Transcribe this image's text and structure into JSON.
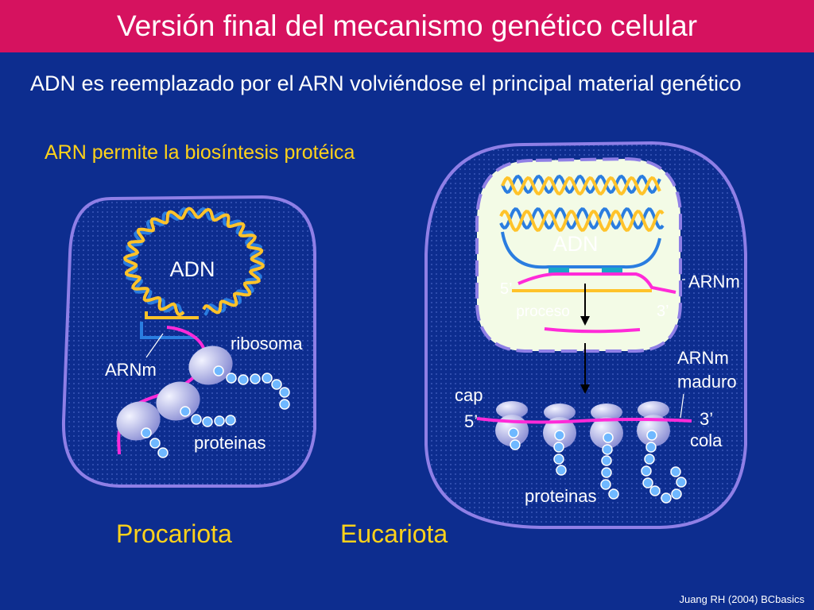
{
  "title": "Versión final del mecanismo genético celular",
  "subtitle": "ADN es reemplazado por el ARN volviéndose el principal material genético",
  "subtitle2": "ARN permite la biosíntesis protéica",
  "prokaryote": {
    "label": "Procariota",
    "adn": "ADN",
    "ribosoma": "ribosoma",
    "arnm": "ARNm",
    "proteinas": "proteinas"
  },
  "eukaryote": {
    "label": "Eucariota",
    "adn": "ADN",
    "five_prime": "5’",
    "three_prime": "3’",
    "proceso": "proceso",
    "arnm": "ARNm",
    "arnm_maduro_1": "ARNm",
    "arnm_maduro_2": "maduro",
    "cap": "cap",
    "cap_5": "5’",
    "cola_3": "3’",
    "cola": "cola",
    "proteinas": "proteinas"
  },
  "credit": "Juang RH (2004) BCbasics",
  "colors": {
    "background": "#0d2d8f",
    "title_bar": "#d6125f",
    "highlight_text": "#ffd21a",
    "cell_membrane": "#8f7fe6",
    "nucleus_fill": "#f3fbe6",
    "dna_yellow": "#ffc32a",
    "dna_blue": "#2a7de0",
    "mrna": "#ff2ad8",
    "ribosome": "#c7c9ee",
    "amino_acid": "#6fb8ff"
  }
}
